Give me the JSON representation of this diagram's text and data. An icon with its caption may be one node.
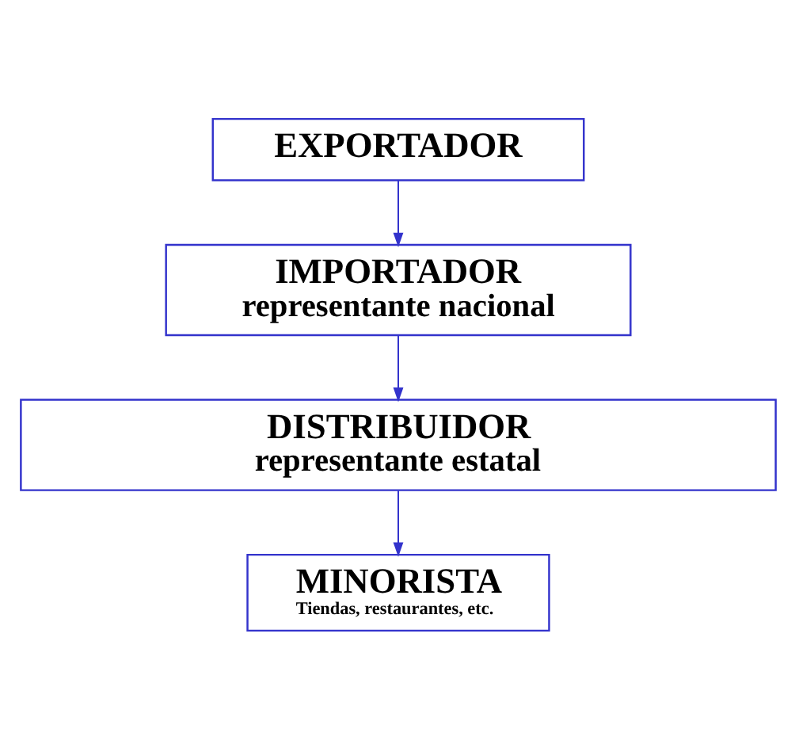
{
  "diagram": {
    "nodes": [
      {
        "text": [
          "EXPORTADOR"
        ]
      },
      {
        "text": [
          "IMPORTADOR",
          "representante nacional"
        ]
      },
      {
        "text": [
          "DISTRIBUIDOR",
          "representante estatal"
        ]
      },
      {
        "text": [
          "MINORISTA",
          "Tiendas, restaurantes, etc."
        ]
      }
    ],
    "edges": [
      {
        "from": 0,
        "to": 1,
        "arrow": "to"
      },
      {
        "from": 1,
        "to": 2,
        "arrow": "to"
      },
      {
        "from": 2,
        "to": 3,
        "arrow": "to"
      }
    ]
  }
}
